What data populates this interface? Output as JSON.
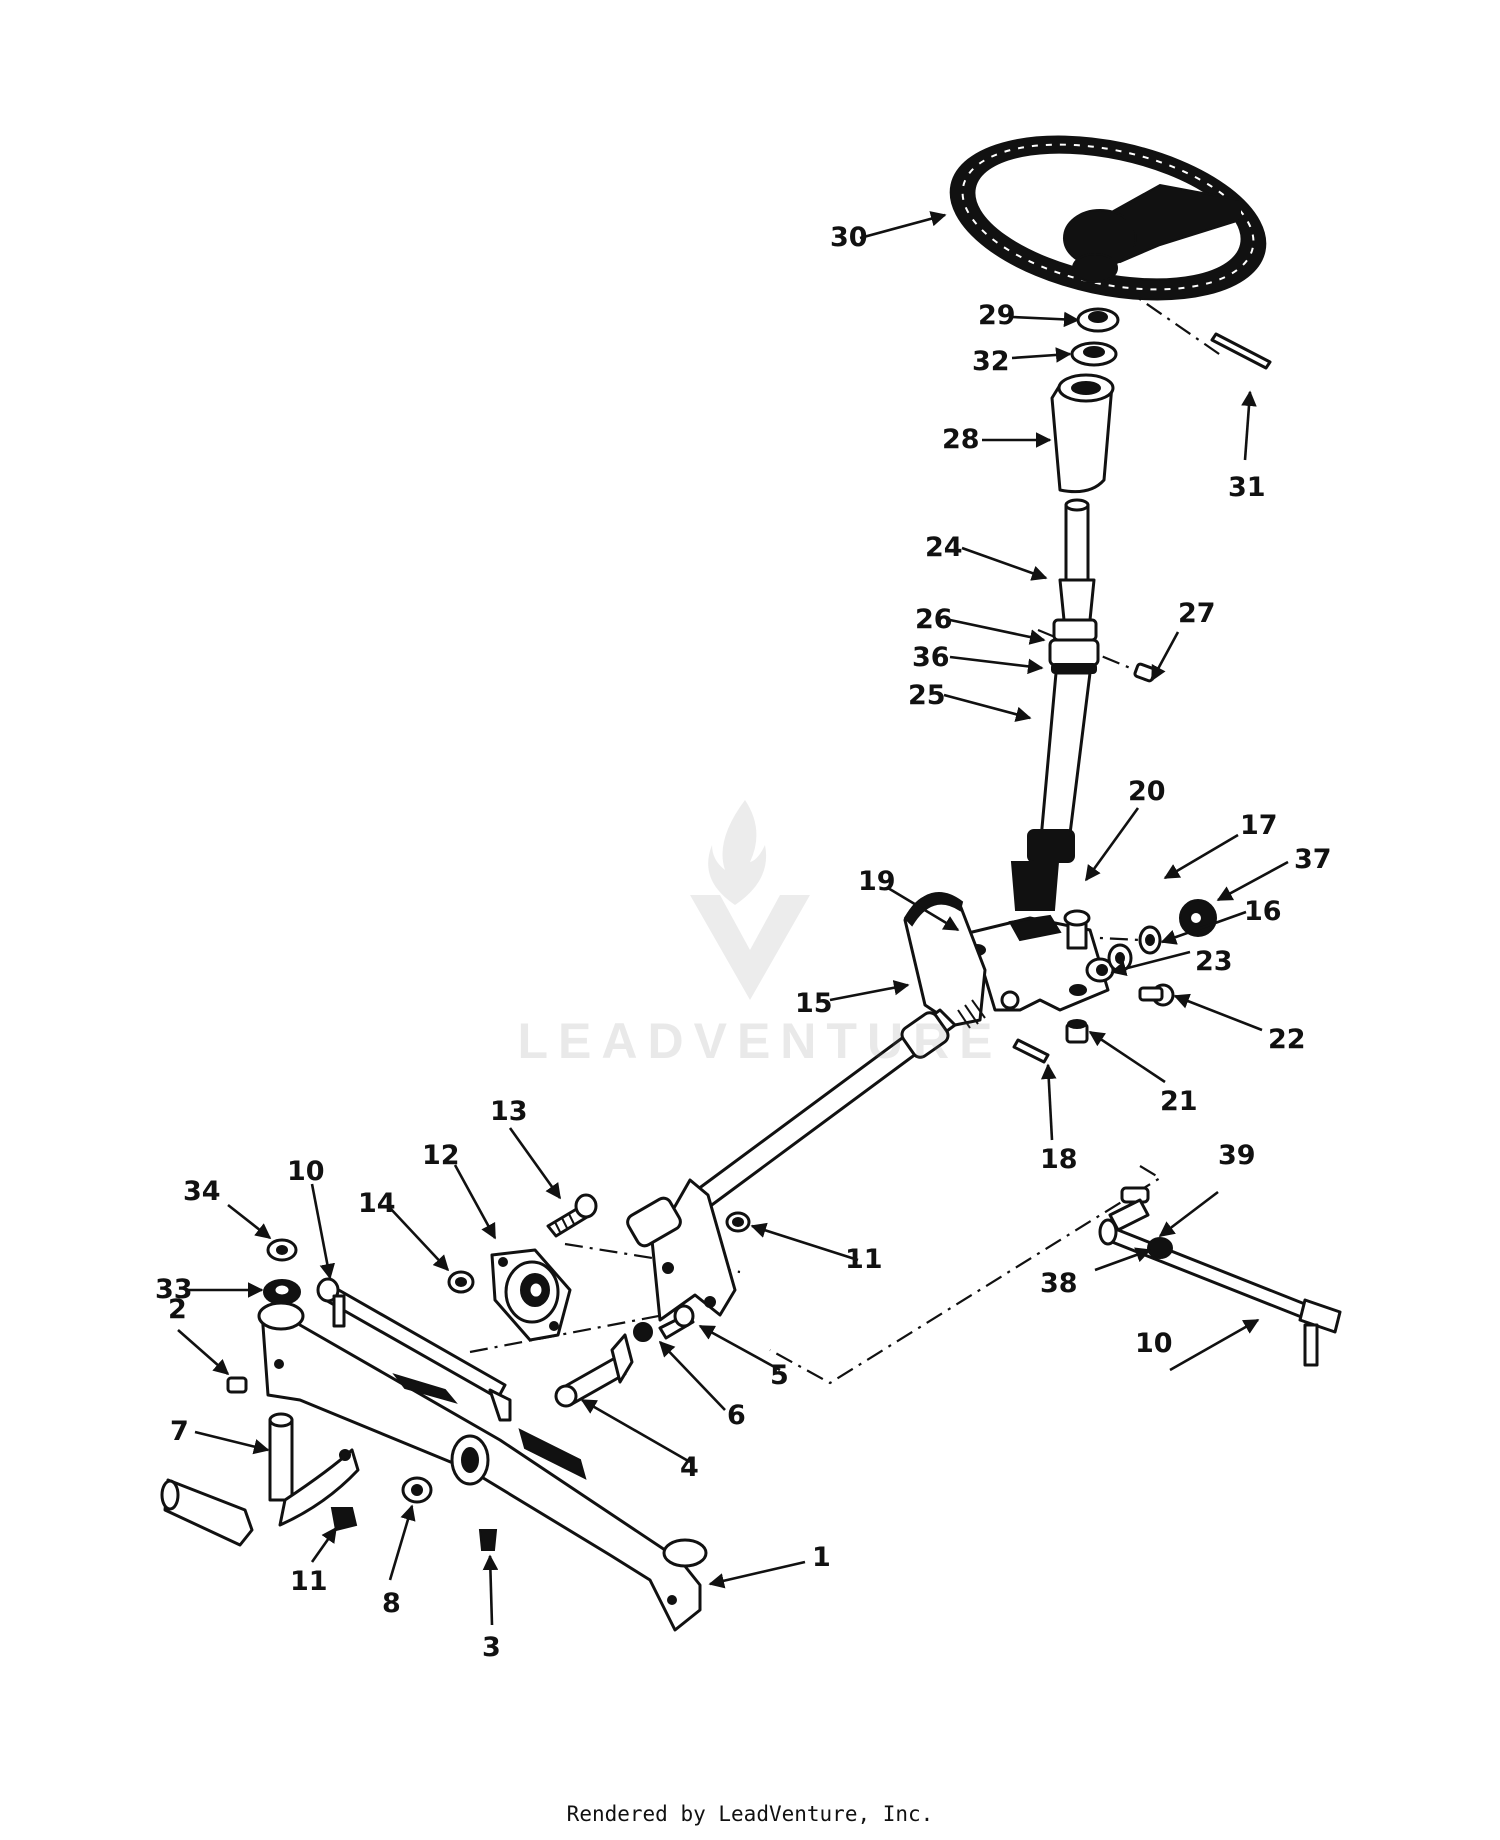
{
  "callouts": [
    {
      "id": "1",
      "text": "1"
    },
    {
      "id": "2",
      "text": "2"
    },
    {
      "id": "3",
      "text": "3"
    },
    {
      "id": "4",
      "text": "4"
    },
    {
      "id": "5",
      "text": "5"
    },
    {
      "id": "6",
      "text": "6"
    },
    {
      "id": "7",
      "text": "7"
    },
    {
      "id": "8",
      "text": "8"
    },
    {
      "id": "10a",
      "text": "10"
    },
    {
      "id": "10b",
      "text": "10"
    },
    {
      "id": "11a",
      "text": "11"
    },
    {
      "id": "11b",
      "text": "11"
    },
    {
      "id": "12",
      "text": "12"
    },
    {
      "id": "13",
      "text": "13"
    },
    {
      "id": "14",
      "text": "14"
    },
    {
      "id": "15",
      "text": "15"
    },
    {
      "id": "16",
      "text": "16"
    },
    {
      "id": "17",
      "text": "17"
    },
    {
      "id": "18",
      "text": "18"
    },
    {
      "id": "19",
      "text": "19"
    },
    {
      "id": "20",
      "text": "20"
    },
    {
      "id": "21",
      "text": "21"
    },
    {
      "id": "22",
      "text": "22"
    },
    {
      "id": "23",
      "text": "23"
    },
    {
      "id": "24",
      "text": "24"
    },
    {
      "id": "25",
      "text": "25"
    },
    {
      "id": "26",
      "text": "26"
    },
    {
      "id": "27",
      "text": "27"
    },
    {
      "id": "28",
      "text": "28"
    },
    {
      "id": "29",
      "text": "29"
    },
    {
      "id": "30",
      "text": "30"
    },
    {
      "id": "31",
      "text": "31"
    },
    {
      "id": "32",
      "text": "32"
    },
    {
      "id": "33",
      "text": "33"
    },
    {
      "id": "34",
      "text": "34"
    },
    {
      "id": "36",
      "text": "36"
    },
    {
      "id": "37",
      "text": "37"
    },
    {
      "id": "38",
      "text": "38"
    },
    {
      "id": "39",
      "text": "39"
    }
  ],
  "watermark": "LEADVENTURE",
  "footer": "Rendered by LeadVenture, Inc."
}
